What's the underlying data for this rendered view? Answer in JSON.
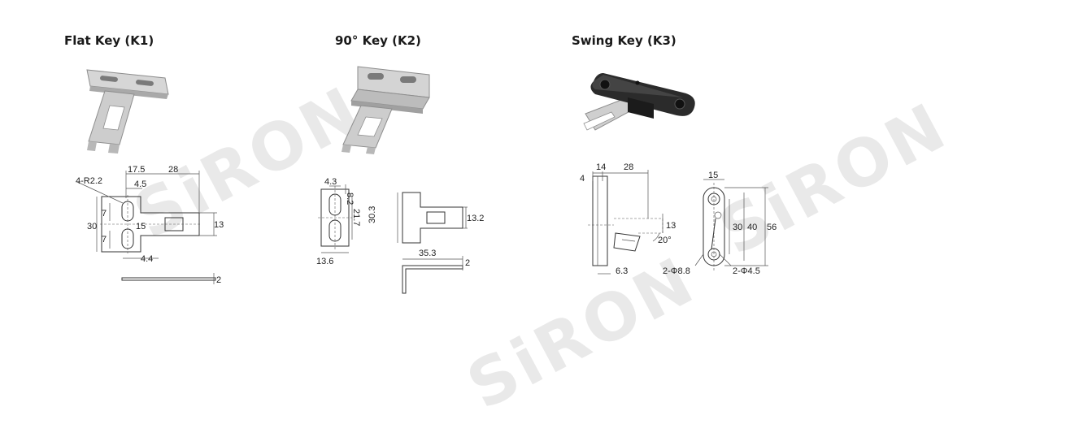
{
  "titles": {
    "k1": "Flat Key (K1)",
    "k2": "90° Key (K2)",
    "k3": "Swing Key (K3)"
  },
  "watermark": "SiRON",
  "k1": {
    "dims": {
      "r": "4-R2.2",
      "w1": "17.5",
      "w2": "28",
      "w3": "4.5",
      "h30": "30",
      "h7a": "7",
      "h7b": "7",
      "h15": "15",
      "h13": "13",
      "w44": "4.4",
      "t2": "2"
    }
  },
  "k2": {
    "dims": {
      "a": "4.3",
      "b": "8.2",
      "c": "21.7",
      "d": "13.6",
      "e": "30.3",
      "f": "13.2",
      "g": "35.3",
      "h": "2"
    }
  },
  "k3": {
    "dims": {
      "a": "4",
      "b": "14",
      "c": "28",
      "d": "13",
      "e": "20°",
      "f": "6.3",
      "g": "15",
      "h": "30",
      "i": "40",
      "j": "56",
      "k": "2-Φ8.8",
      "l": "2-Φ4.5"
    }
  },
  "colors": {
    "metal": "#c9c9c9",
    "metal_dark": "#8e8e8e",
    "block": "#2a2a2a",
    "watermark": "#e9e9e9"
  }
}
